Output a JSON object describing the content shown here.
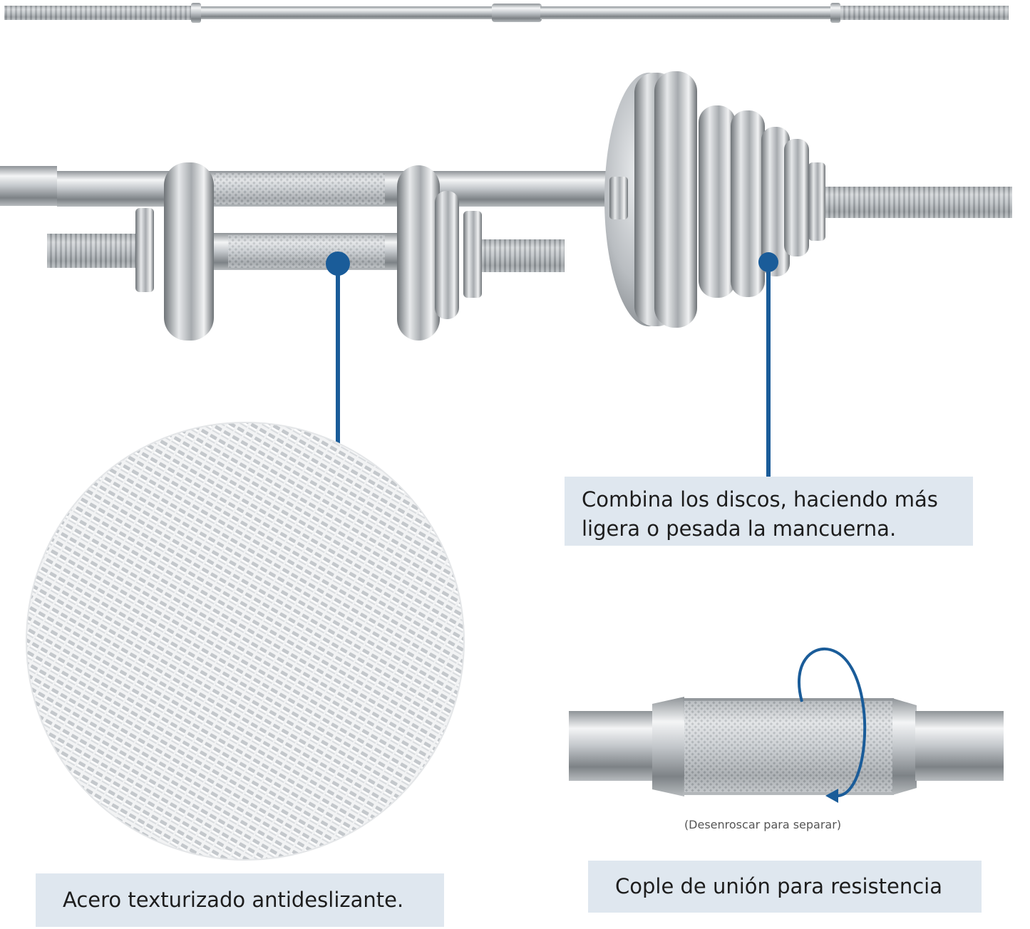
{
  "captions": {
    "discs": "Combina los discos, haciendo más ligera o pesada la mancuerna.",
    "steel": "Acero texturizado antideslizante.",
    "coupler": "Cople de unión para resistencia",
    "unscrew_hint": "(Desenroscar para separar)"
  },
  "colors": {
    "accent": "#1a5c99",
    "caption_bg": "#dfe7ef",
    "chrome": "#c9cdd1"
  },
  "icons": {
    "rotate": "rotate-arrow-icon"
  }
}
